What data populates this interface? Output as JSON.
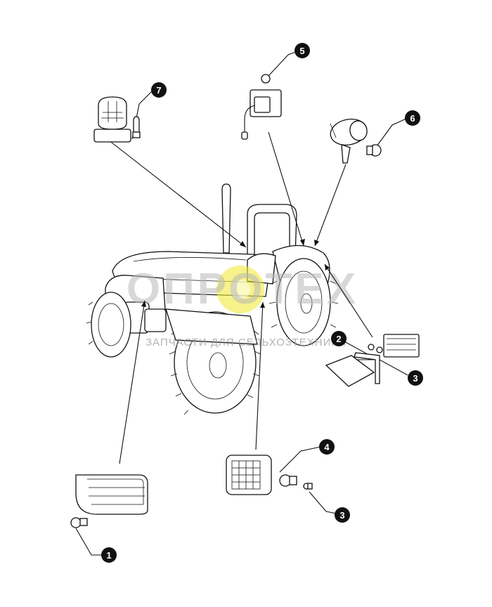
{
  "callouts": [
    {
      "id": "c1",
      "label": "1"
    },
    {
      "id": "c2",
      "label": "2"
    },
    {
      "id": "c3a",
      "label": "3"
    },
    {
      "id": "c3b",
      "label": "3"
    },
    {
      "id": "c4",
      "label": "4"
    },
    {
      "id": "c5",
      "label": "5"
    },
    {
      "id": "c6",
      "label": "6"
    },
    {
      "id": "c7",
      "label": "7"
    }
  ],
  "watermark": {
    "brand": "ОПРОТЕХ",
    "tagline": "ЗАПЧАСТИ ДЛЯ СЕЛЬХОЗТЕХНИКИ"
  },
  "colors": {
    "callout_fill": "#111111",
    "logo_accent": "#f2ea3a",
    "watermark_gray": "#b9b9b9"
  }
}
